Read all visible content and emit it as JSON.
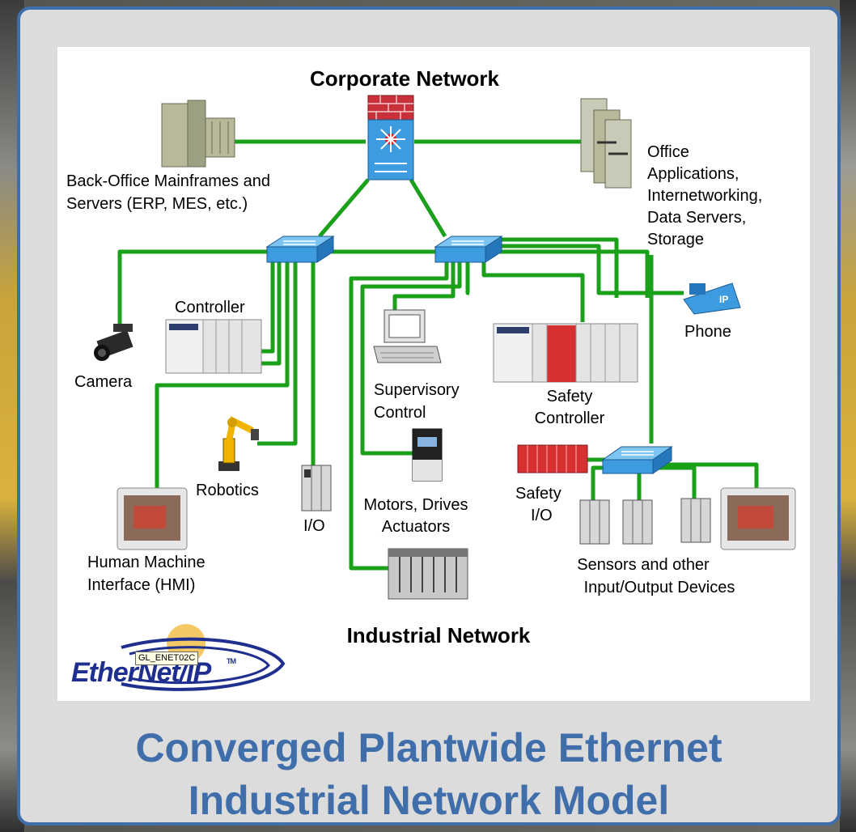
{
  "header": {
    "corporate": "Corporate Network",
    "industrial": "Industrial Network"
  },
  "labels": {
    "backoffice_1": "Back-Office Mainframes and",
    "backoffice_2": "Servers (ERP, MES, etc.)",
    "office_1": "Office",
    "office_2": "Applications,",
    "office_3": "Internetworking,",
    "office_4": "Data Servers,",
    "office_5": "Storage",
    "controller": "Controller",
    "camera": "Camera",
    "supervisory_1": "Supervisory",
    "supervisory_2": "Control",
    "safety_controller_1": "Safety",
    "safety_controller_2": "Controller",
    "phone": "Phone",
    "robotics": "Robotics",
    "io": "I/O",
    "motors_1": "Motors, Drives",
    "motors_2": "Actuators",
    "safety_io_1": "Safety",
    "safety_io_2": "I/O",
    "hmi_1": "Human Machine",
    "hmi_2": "Interface (HMI)",
    "sensors_1": "Sensors and other",
    "sensors_2": "Input/Output  Devices"
  },
  "logo": {
    "text": "EtherNet/IP",
    "tm": "TM",
    "tag": "GL_ENET02C"
  },
  "title": {
    "line1": "Converged Plantwide Ethernet",
    "line2": "Industrial Network Model"
  },
  "colors": {
    "link": "#1aa01a",
    "switch": "#3d9be0",
    "title": "#3f6eaa",
    "firewall": "#c8303a"
  },
  "icons": [
    "firewall-router-icon",
    "switch-icon",
    "mainframe-icon",
    "server-tower-icon",
    "camera-icon",
    "controller-icon",
    "computer-icon",
    "safety-controller-icon",
    "ip-phone-icon",
    "robot-arm-icon",
    "io-module-icon",
    "drive-icon",
    "safety-io-icon",
    "hmi-panel-icon",
    "sensor-module-icon"
  ]
}
